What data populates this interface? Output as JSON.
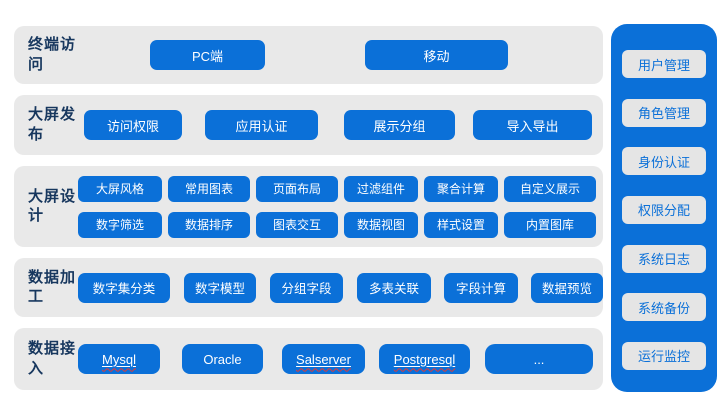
{
  "diagram": {
    "rows": [
      {
        "label": "终端访问",
        "buttons": [
          {
            "label": "PC端"
          },
          {
            "label": "移动"
          }
        ]
      },
      {
        "label": "大屏发布",
        "buttons": [
          {
            "label": "访问权限"
          },
          {
            "label": "应用认证"
          },
          {
            "label": "展示分组"
          },
          {
            "label": "导入导出"
          }
        ]
      },
      {
        "label": "大屏设计",
        "grid": [
          [
            "大屏风格",
            "常用图表",
            "页面布局",
            "过滤组件",
            "聚合计算",
            "自定义展示"
          ],
          [
            "数字筛选",
            "数据排序",
            "图表交互",
            "数据视图",
            "样式设置",
            "内置图库"
          ]
        ]
      },
      {
        "label": "数据加工",
        "buttons": [
          {
            "label": "数字集分类"
          },
          {
            "label": "数字模型"
          },
          {
            "label": "分组字段"
          },
          {
            "label": "多表关联"
          },
          {
            "label": "字段计算"
          },
          {
            "label": "数据预览"
          }
        ]
      },
      {
        "label": "数据接入",
        "buttons": [
          {
            "label": "Mysql",
            "spellcheck_underline": true
          },
          {
            "label": "Oracle",
            "spellcheck_underline": false
          },
          {
            "label": "Salserver",
            "spellcheck_underline": true
          },
          {
            "label": "Postgresql",
            "spellcheck_underline": true
          },
          {
            "label": "..."
          }
        ]
      }
    ],
    "sidebar": {
      "items": [
        {
          "label": "用户管理"
        },
        {
          "label": "角色管理"
        },
        {
          "label": "身份认证"
        },
        {
          "label": "权限分配"
        },
        {
          "label": "系统日志"
        },
        {
          "label": "系统备份"
        },
        {
          "label": "运行监控"
        }
      ]
    },
    "colors": {
      "accent_blue": "#0b70d8",
      "row_background": "#e9e9e9",
      "label_navy": "#17375e",
      "sidebar_item_background": "#e5e5e5",
      "spellcheck_red": "#e53935"
    }
  }
}
